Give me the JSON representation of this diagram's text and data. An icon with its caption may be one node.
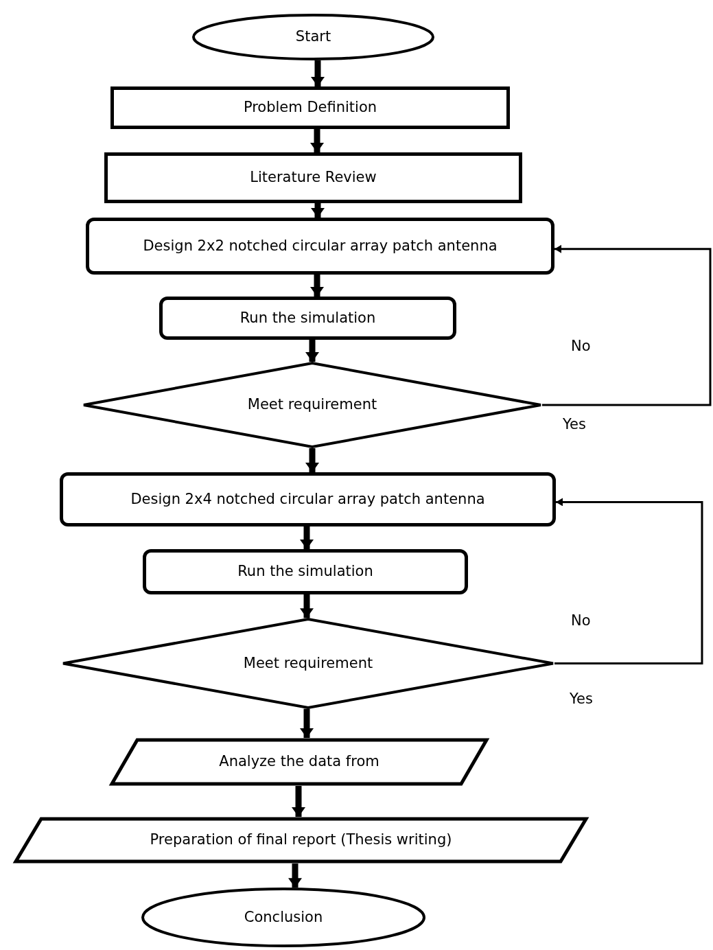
{
  "diagram": {
    "nodes": [
      {
        "text": [
          "Start"
        ]
      },
      {
        "text": [
          "Problem Definition"
        ]
      },
      {
        "text": [
          "Literature Review"
        ]
      },
      {
        "text": [
          "Design 2x2 notched circular array patch antenna"
        ]
      },
      {
        "text": [
          "Run the simulation"
        ]
      },
      {
        "text": [
          "Meet requirement"
        ]
      },
      {
        "text": [
          "Design 2x4 notched circular array patch antenna"
        ]
      },
      {
        "text": [
          "Run the simulation"
        ]
      },
      {
        "text": [
          "Meet requirement"
        ]
      },
      {
        "text": [
          "Analyze the data from"
        ]
      },
      {
        "text": [
          "Preparation of final report (Thesis writing)"
        ]
      },
      {
        "text": [
          "Conclusion"
        ]
      }
    ],
    "edges": [
      {
        "from": 0,
        "to": 1,
        "arrow": "to"
      },
      {
        "from": 1,
        "to": 2,
        "arrow": "to"
      },
      {
        "from": 2,
        "to": 3,
        "arrow": "to"
      },
      {
        "from": 3,
        "to": 4,
        "arrow": "to"
      },
      {
        "from": 4,
        "to": 5,
        "arrow": "to"
      },
      {
        "from": 5,
        "to": 6,
        "arrow": "to"
      },
      {
        "from": 6,
        "to": 7,
        "arrow": "to"
      },
      {
        "from": 7,
        "to": 8,
        "arrow": "to"
      },
      {
        "from": 8,
        "to": 9,
        "arrow": "to"
      },
      {
        "from": 9,
        "to": 10,
        "arrow": "to"
      },
      {
        "from": 10,
        "to": 11,
        "arrow": "to"
      },
      {
        "from": 5,
        "to": 3,
        "arrow": "to"
      },
      {
        "from": 8,
        "to": 6,
        "arrow": "to"
      }
    ],
    "labels": [
      "No",
      "Yes",
      "No",
      "Yes"
    ]
  }
}
